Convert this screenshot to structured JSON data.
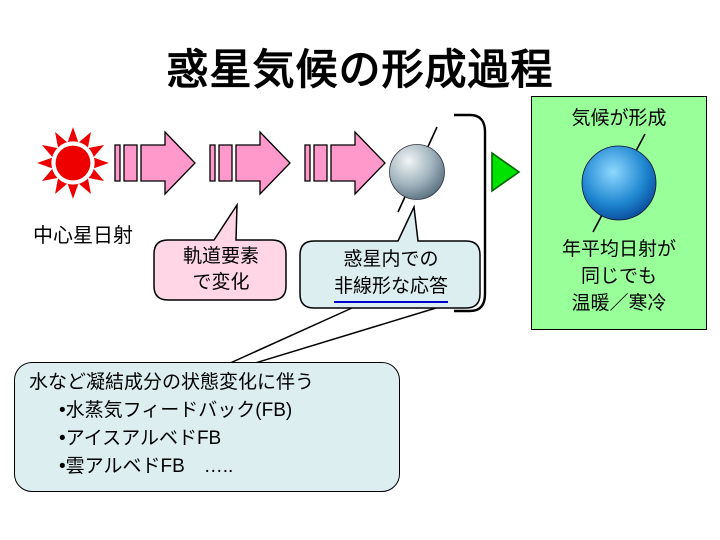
{
  "slide": {
    "title": "惑星気候の形成過程"
  },
  "flow": {
    "sun_label": "中心星日射"
  },
  "callouts": {
    "orbital": {
      "line1": "軌道要素",
      "line2": "で変化"
    },
    "planet": {
      "line1": "惑星内での",
      "line2": "非線形な応答"
    }
  },
  "result_panel": {
    "heading": "気候が形成",
    "line1": "年平均日射が",
    "line2": "同じでも",
    "line3": "温暖／寒冷"
  },
  "feedback_box": {
    "heading": "水など凝結成分の状態変化に伴う",
    "bullets": [
      "•水蒸気フィードバック(FB)",
      "•アイスアルベドFB",
      "•雲アルベドFB　….."
    ]
  },
  "icons": {
    "sun": "sun-icon",
    "arrows": "striped-right-arrow-icon",
    "gray_planet": "planet-icon",
    "blue_planet": "blue-planet-icon",
    "bracket": "grouping-bracket",
    "triangle": "flow-triangle-icon"
  },
  "colors": {
    "arrow-pink": "#FF99CC",
    "callout-pink": "#FFD6E6",
    "callout-cyan": "#DCEEF0",
    "result-bg": "#99FF99",
    "triangle-green": "#00E300",
    "triangle-edge": "#006600",
    "sun-red": "#EE0000",
    "underline-blue": "#0000CC",
    "planet-gray-light": "#F2F5F6",
    "planet-gray-dark": "#4E6675",
    "planet-blue-light": "#8FD8FF",
    "planet-blue-dark": "#002F80"
  }
}
